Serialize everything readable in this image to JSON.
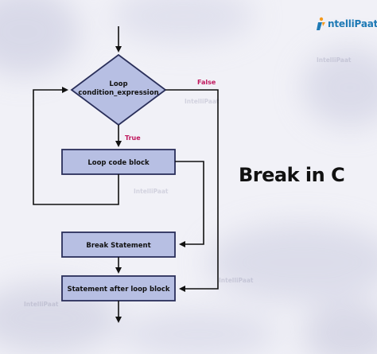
{
  "brand": {
    "name": "ntelliPaat",
    "accent": "#1e7ab5",
    "icon": "intellipaat-logo-icon"
  },
  "title": "Break in C",
  "watermark": "IntelliPaat",
  "nodes": {
    "condition": {
      "line1": "Loop",
      "line2": "condition_expression"
    },
    "loop_block": "Loop code block",
    "break_statement": "Break Statement",
    "after_loop": "Statement after loop block"
  },
  "branches": {
    "true_label": "True",
    "true_color": "#c0175d",
    "false_label": "False",
    "false_color": "#c0175d"
  },
  "colors": {
    "box_fill": "#b7bfe3",
    "box_stroke": "#2a2f5a",
    "line": "#111111"
  }
}
